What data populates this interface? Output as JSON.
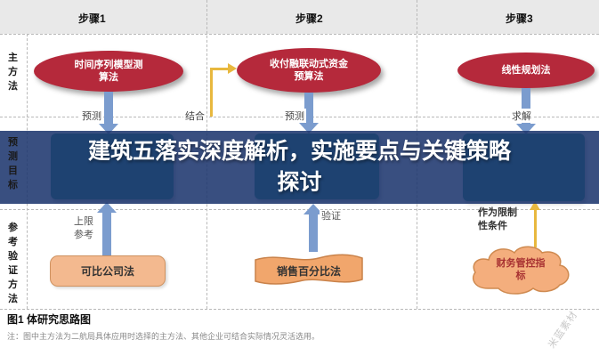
{
  "overlay": {
    "title_line1": "建筑五落实深度解析，实施要点与关键策略",
    "title_line2": "探讨"
  },
  "header": {
    "steps": [
      {
        "label": "步骤1"
      },
      {
        "label": "步骤2"
      },
      {
        "label": "步骤3"
      }
    ]
  },
  "sidebar": {
    "rows": [
      {
        "label": "主方法"
      },
      {
        "label": "预测目标"
      },
      {
        "label": "参考验证方法"
      }
    ]
  },
  "diagram": {
    "methods": [
      {
        "label": "时间序列模型测算法"
      },
      {
        "label": "收付融联动式资金预算法"
      },
      {
        "label": "线性规划法"
      }
    ],
    "flow_labels": [
      {
        "label": "预测"
      },
      {
        "label": "结合"
      },
      {
        "label": "预测"
      },
      {
        "label": "求解"
      }
    ],
    "mid_labels": [
      {
        "label": "上限参考"
      },
      {
        "label": "验证"
      },
      {
        "label": "作为限制性条件"
      }
    ],
    "reference_methods": [
      {
        "label": "可比公司法"
      },
      {
        "label": "销售百分比法"
      },
      {
        "label": "财务管控指标"
      }
    ]
  },
  "caption": {
    "title": "图1  体研究思路图",
    "note": "注：图中主方法为二航局具体应用时选择的主方法、其他企业可结合实际情况灵活选用。"
  },
  "watermark": {
    "text": "米蓝素材"
  },
  "colors": {
    "ellipse_red": "#b5293b",
    "arrow_blue": "#7b9cce",
    "arrow_yellow": "#e8b83e",
    "mid_box_teal": "#2f998c",
    "ref_shape_orange": "#f3b98f",
    "banner_blue": "#1b356d"
  }
}
